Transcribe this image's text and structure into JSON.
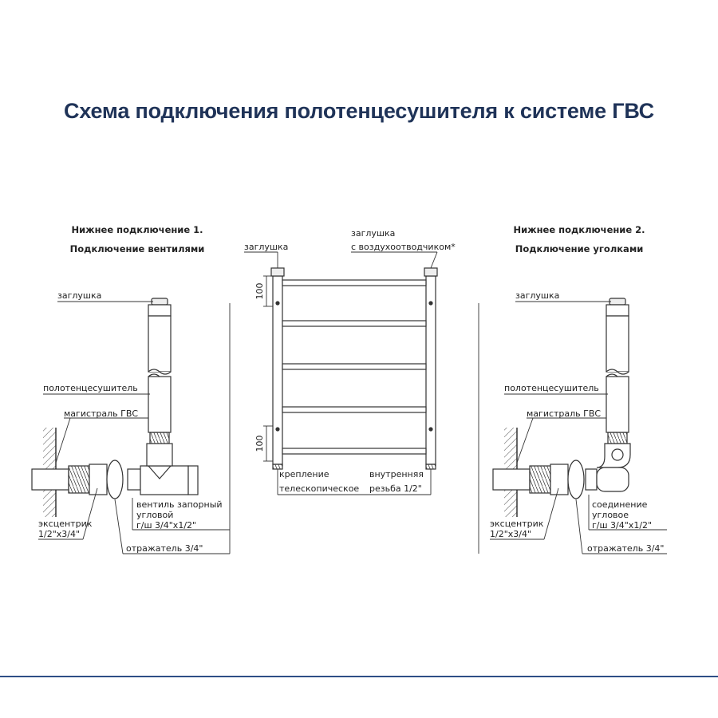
{
  "title": "Схема подключения полотенцесушителя к системе ГВС",
  "left": {
    "heading1": "Нижнее подключение 1.",
    "heading2": "Подключение вентилями",
    "plug": "заглушка",
    "dryer": "полотенцесушитель",
    "main": "магистраль ГВС",
    "valve1": "вентиль запорный",
    "valve2": "угловой",
    "valve3": "г/ш 3/4\"x1/2\"",
    "ecc1": "эксцентрик",
    "ecc2": "1/2\"x3/4\"",
    "reflector": "отражатель 3/4\""
  },
  "center": {
    "plug": "заглушка",
    "plug_air1": "заглушка",
    "plug_air2": "с воздухоотводчиком*",
    "dim_top": "100",
    "dim_bottom": "100",
    "mount1": "крепление",
    "mount2": "телескопическое",
    "thread1": "внутренняя",
    "thread2": "резьба 1/2\""
  },
  "right": {
    "heading1": "Нижнее подключение 2.",
    "heading2": "Подключение уголками",
    "plug": "заглушка",
    "dryer": "полотенцесушитель",
    "main": "магистраль ГВС",
    "conn1": "соединение",
    "conn2": "угловое",
    "conn3": "г/ш 3/4\"x1/2\"",
    "ecc1": "эксцентрик",
    "ecc2": "1/2\"x3/4\"",
    "reflector": "отражатель 3/4\""
  },
  "colors": {
    "title": "#1f3358",
    "line": "#2e4f86",
    "ink": "#222222"
  }
}
